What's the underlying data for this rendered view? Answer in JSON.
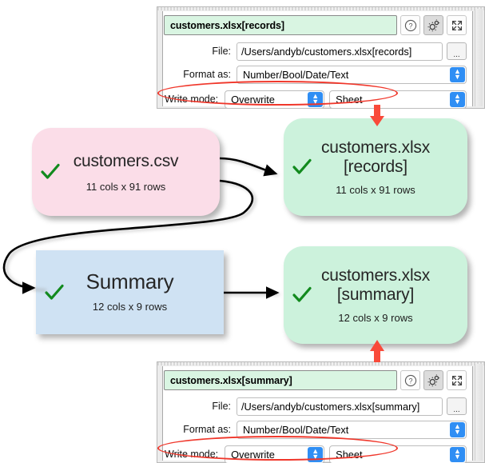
{
  "panels": [
    {
      "id": "records",
      "title": "customers.xlsx[records]",
      "buttons": {
        "help": "help-icon",
        "settings": "gear-icon",
        "expand": "expand-icon"
      },
      "fields": {
        "file_label": "File:",
        "file_value": "/Users/andyb/customers.xlsx[records]",
        "browse_label": "...",
        "format_label": "Format as:",
        "format_value": "Number/Bool/Date/Text",
        "write_mode_label": "Write mode:",
        "write_mode_value": "Overwrite",
        "sheet_value": "Sheet"
      }
    },
    {
      "id": "summary",
      "title": "customers.xlsx[summary]",
      "buttons": {
        "help": "help-icon",
        "settings": "gear-icon",
        "expand": "expand-icon"
      },
      "fields": {
        "file_label": "File:",
        "file_value": "/Users/andyb/customers.xlsx[summary]",
        "browse_label": "...",
        "format_label": "Format as:",
        "format_value": "Number/Bool/Date/Text",
        "write_mode_label": "Write mode:",
        "write_mode_value": "Overwrite",
        "sheet_value": "Sheet"
      }
    }
  ],
  "nodes": [
    {
      "id": "customers-csv",
      "title": "customers.csv",
      "subtitle": "11 cols x 91 rows",
      "color": "#fbdde8",
      "status": "ok"
    },
    {
      "id": "customers-xlsx-records",
      "title_line1": "customers.xlsx",
      "title_line2": "[records]",
      "subtitle": "11 cols x 91 rows",
      "color": "#ccf2dc",
      "status": "ok"
    },
    {
      "id": "summary",
      "title": "Summary",
      "subtitle": "12 cols x 9 rows",
      "color": "#cfe2f3",
      "status": "ok"
    },
    {
      "id": "customers-xlsx-summary",
      "title_line1": "customers.xlsx",
      "title_line2": "[summary]",
      "subtitle": "12 cols x 9 rows",
      "color": "#ccf2dc",
      "status": "ok"
    }
  ],
  "annotations": {
    "highlight_color": "#f0372b",
    "pointer_color": "#f94a3a",
    "tick_color": "#128a1e"
  }
}
